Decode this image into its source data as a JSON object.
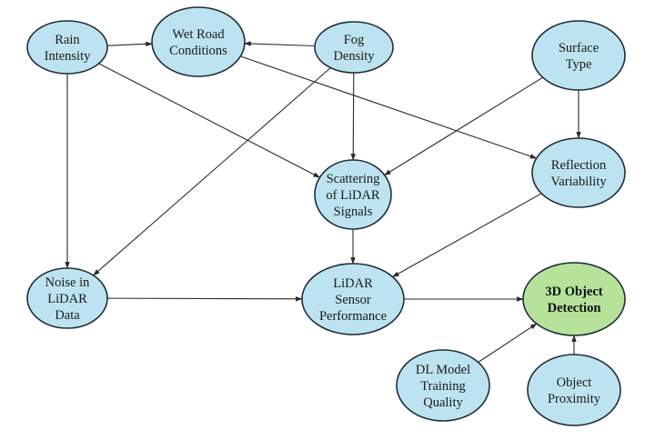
{
  "title": "Causal diagram of weather effects on LiDAR-based 3D object detection",
  "colors": {
    "node_fill": "#bde3f0",
    "target_fill": "#b5e39a",
    "stroke": "#1f2d3a",
    "edge": "#2a2a2a"
  },
  "nodes": [
    {
      "id": "rain",
      "lines": [
        "Rain",
        "Intensity"
      ],
      "type": "default"
    },
    {
      "id": "wet",
      "lines": [
        "Wet Road",
        "Conditions"
      ],
      "type": "default"
    },
    {
      "id": "fog",
      "lines": [
        "Fog",
        "Density"
      ],
      "type": "default"
    },
    {
      "id": "surface",
      "lines": [
        "Surface",
        "Type"
      ],
      "type": "default"
    },
    {
      "id": "reflection",
      "lines": [
        "Reflection",
        "Variability"
      ],
      "type": "default"
    },
    {
      "id": "scattering",
      "lines": [
        "Scattering",
        "of LiDAR",
        "Signals"
      ],
      "type": "default"
    },
    {
      "id": "noise",
      "lines": [
        "Noise in",
        "LiDAR",
        "Data"
      ],
      "type": "default"
    },
    {
      "id": "sensor",
      "lines": [
        "LiDAR",
        "Sensor",
        "Performance"
      ],
      "type": "default"
    },
    {
      "id": "detection",
      "lines": [
        "3D Object",
        "Detection"
      ],
      "type": "target"
    },
    {
      "id": "dlmodel",
      "lines": [
        "DL Model",
        "Training",
        "Quality"
      ],
      "type": "default"
    },
    {
      "id": "proximity",
      "lines": [
        "Object",
        "Proximity"
      ],
      "type": "default"
    }
  ],
  "edges": [
    {
      "from": "rain",
      "to": "wet"
    },
    {
      "from": "fog",
      "to": "wet"
    },
    {
      "from": "rain",
      "to": "noise"
    },
    {
      "from": "rain",
      "to": "scattering"
    },
    {
      "from": "fog",
      "to": "scattering"
    },
    {
      "from": "fog",
      "to": "noise"
    },
    {
      "from": "wet",
      "to": "reflection"
    },
    {
      "from": "surface",
      "to": "reflection"
    },
    {
      "from": "surface",
      "to": "scattering"
    },
    {
      "from": "scattering",
      "to": "sensor"
    },
    {
      "from": "reflection",
      "to": "sensor"
    },
    {
      "from": "noise",
      "to": "sensor"
    },
    {
      "from": "sensor",
      "to": "detection"
    },
    {
      "from": "dlmodel",
      "to": "detection"
    },
    {
      "from": "proximity",
      "to": "detection"
    }
  ]
}
